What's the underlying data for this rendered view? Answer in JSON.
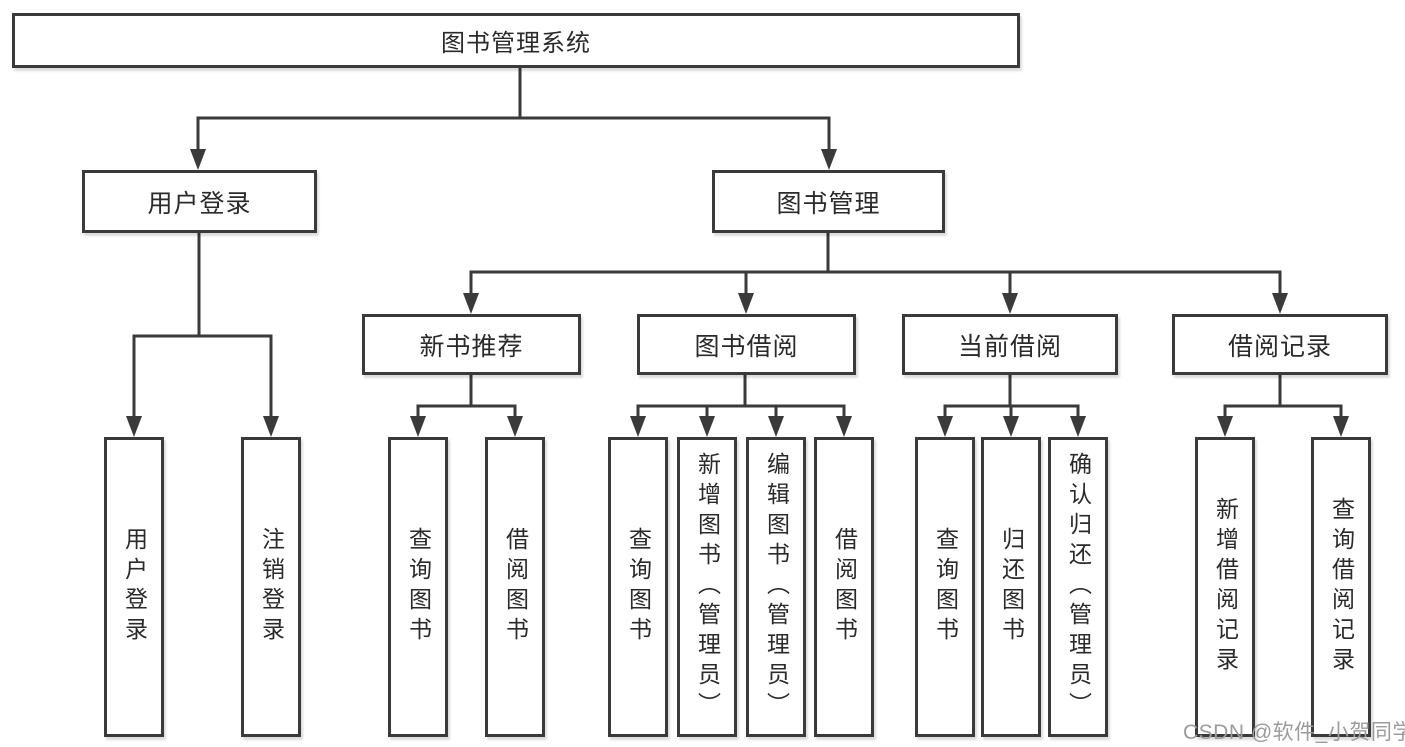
{
  "tree": {
    "label": "图书管理系统",
    "children": [
      {
        "label": "用户登录",
        "children": [
          {
            "label": "用户登录"
          },
          {
            "label": "注销登录"
          }
        ]
      },
      {
        "label": "图书管理",
        "children": [
          {
            "label": "新书推荐",
            "children": [
              {
                "label": "查询图书"
              },
              {
                "label": "借阅图书"
              }
            ]
          },
          {
            "label": "图书借阅",
            "children": [
              {
                "label": "查询图书"
              },
              {
                "label": "新增图书（管理员）"
              },
              {
                "label": "编辑图书（管理员）"
              },
              {
                "label": "借阅图书"
              }
            ]
          },
          {
            "label": "当前借阅",
            "children": [
              {
                "label": "查询图书"
              },
              {
                "label": "归还图书"
              },
              {
                "label": "确认归还（管理员）"
              }
            ]
          },
          {
            "label": "借阅记录",
            "children": [
              {
                "label": "新增借阅记录"
              },
              {
                "label": "查询借阅记录"
              }
            ]
          }
        ]
      }
    ]
  },
  "watermark": "CSDN @软件_小贺同学",
  "colors": {
    "line": "#3a3a3a",
    "text": "#2a2a2a",
    "watermark": "#9c9c9c",
    "background": "#ffffff"
  }
}
